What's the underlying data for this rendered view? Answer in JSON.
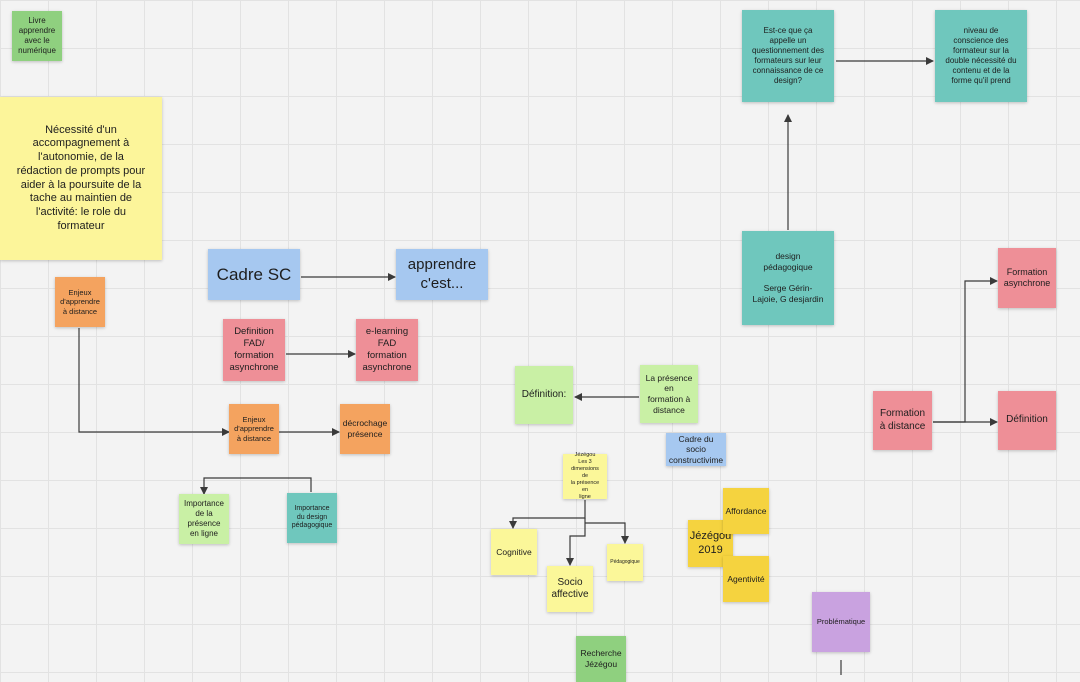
{
  "notes": {
    "livre": "Livre\napprendre\navec le\nnumérique",
    "necessite": "Nécessité d'un\naccompagnement à\nl'autonomie, de la\nrédaction de prompts pour\naider à la poursuite de la\ntache au maintien de\nl'activité: le role du\nformateur",
    "enjeux1": "Enjeux\nd'apprendre\nà distance",
    "cadre_sc": "Cadre SC",
    "apprendre": "apprendre\nc'est...",
    "definition_fad": "Definition\nFAD/\nformation\nasynchrone",
    "elearning": "e-learning\nFAD\nformation\nasynchrone",
    "enjeux2": "Enjeux\nd'apprendre\nà distance",
    "decrochage": "décrochage\nprésence",
    "importance_presence": "Importance\nde la\nprésence\nen ligne",
    "importance_design": "Importance\ndu design\npédagogique",
    "definition2": "Définition:",
    "presence": "La présence\nen\nformation à\ndistance",
    "cadre_socio": "Cadre du socio\nconstructivime",
    "jezegou_dims": "Jézégou\nLes 3\ndimensions de\nla présence en\nligne",
    "cognitive": "Cognitive",
    "socio": "Socio\naffective",
    "pedagogique": "Pédagogique",
    "jezegou2019": "Jézégou\n2019",
    "affordance": "Affordance",
    "agentivite": "Agentivité",
    "recherche": "Recherche\nJézégou",
    "question": "Est-ce que ça\nappelle un\nquestionnement des\nformateurs sur leur\nconnaissance de ce\ndesign?",
    "niveau": "niveau de\nconscience des\nformateur sur la\ndouble nécessité du\ncontenu et de la\nforme qu'il prend",
    "design": "design\npédagogique\n\nSerge Gérin-\nLajoie, G desjardin",
    "formation_async": "Formation\nasynchrone",
    "formation_distance": "Formation\nà distance",
    "definition3": "Définition",
    "problematique": "Problématique"
  }
}
